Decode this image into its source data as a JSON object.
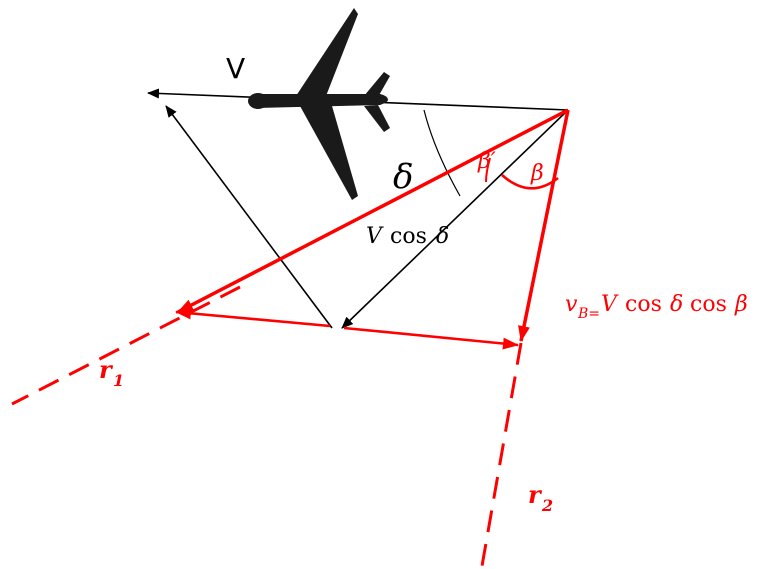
{
  "labels": {
    "velocity": "V",
    "delta": "δ",
    "beta": "β",
    "beta_prime": "β′",
    "v_cos_delta_v": "V",
    "v_cos_delta_fn": "cos",
    "v_cos_delta_sym": "δ",
    "vb_sub_v": "v",
    "vb_sub_b": "B=",
    "vb_rest_v": "V",
    "vb_rest_cos1": "cos",
    "vb_rest_delta": "δ",
    "vb_rest_cos2": "cos",
    "vb_rest_beta": "β",
    "r1_r": "r",
    "r1_sub": "1",
    "r2_r": "r",
    "r2_sub": "2"
  },
  "colors": {
    "black": "#000000",
    "red": "#ff0000",
    "airplane": "#1a1a1a"
  },
  "icons": {
    "aircraft": "airplane-icon"
  }
}
